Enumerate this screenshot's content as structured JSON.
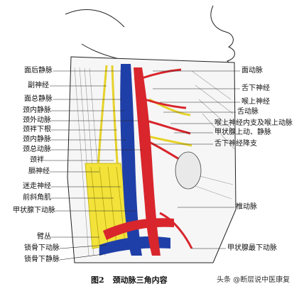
{
  "figure": {
    "number": "图2",
    "title": "颈动脉三角内容"
  },
  "watermark": "头条 @断层说中医康复",
  "labels_left": [
    "面后静脉",
    "副神经",
    "面总静脉",
    "颈内静脉",
    "颈外动脉",
    "颈袢下根",
    "颈内静脉",
    "颈总动脉",
    "颈袢",
    "膈神经",
    "迷走神经",
    "前斜角肌",
    "甲状腺下动脉",
    "臂丛",
    "锁骨下动脉",
    "锁骨下静脉"
  ],
  "labels_right": [
    "面动脉",
    "舌下神经",
    "喉上神经",
    "舌动脉",
    "喉上神经内支及喉上动脉",
    "甲状腺上动、静脉",
    "舌下神经降支",
    "椎动脉",
    "甲状腺最下动脉"
  ],
  "colors": {
    "artery": "#d8262c",
    "vein": "#1f3fa8",
    "nerve": "#f2e23a",
    "muscle": "#f4f4f4",
    "line": "#222222"
  }
}
